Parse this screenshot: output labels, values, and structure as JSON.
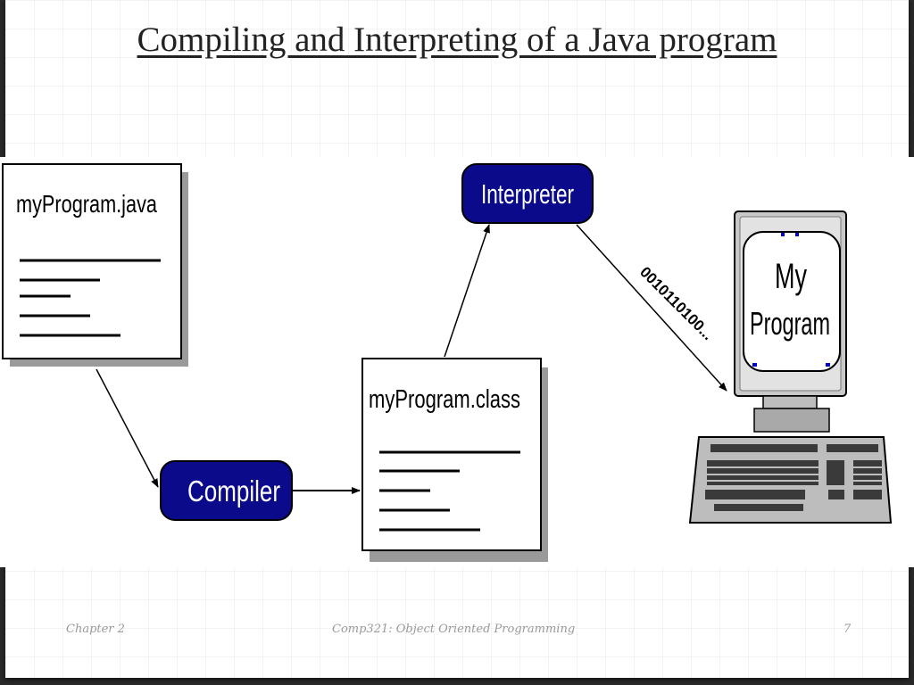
{
  "slide": {
    "title": "Compiling and Interpreting of a Java program"
  },
  "diagram": {
    "source_file": "myProgram.java",
    "class_file": "myProgram.class",
    "compiler": "Compiler",
    "interpreter": "Interpreter",
    "binary_label": "0010110100...",
    "screen_line1": "My",
    "screen_line2": "Program",
    "colors": {
      "pill_fill": "#0a0a8a",
      "pill_text": "#ffffff",
      "line": "#000000"
    }
  },
  "footer": {
    "chapter": "Chapter 2",
    "course": "Comp321: Object Oriented Programming",
    "page_number": "7"
  }
}
